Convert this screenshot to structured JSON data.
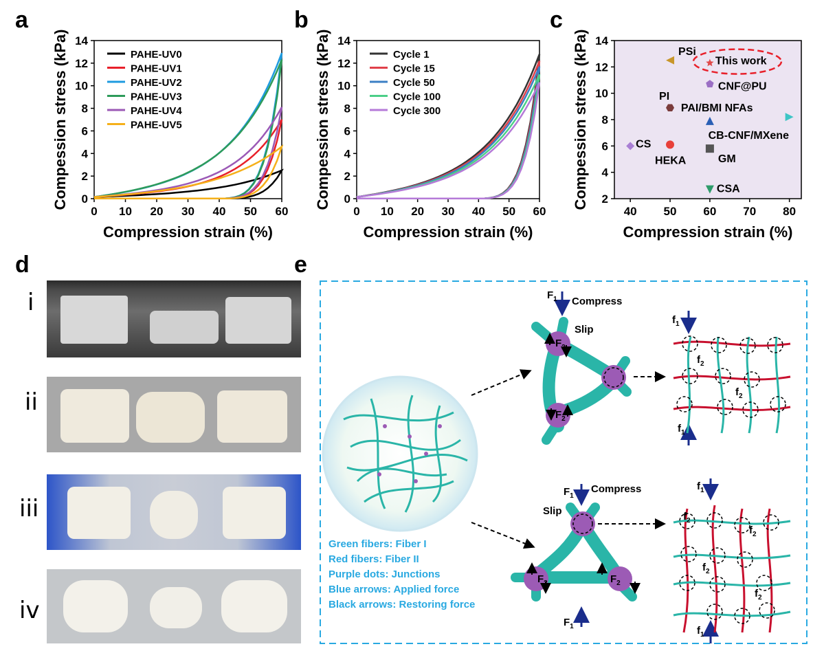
{
  "panels": {
    "a": "a",
    "b": "b",
    "c": "c",
    "d": "d",
    "e": "e"
  },
  "colors": {
    "uv0": "#000000",
    "uv1": "#e8202a",
    "uv2": "#1e9be0",
    "uv3": "#2e9b5a",
    "uv4": "#9b59b6",
    "uv5": "#f5b01a",
    "cyc1": "#333333",
    "cyc15": "#e0404a",
    "cyc50": "#3b7fc4",
    "cyc100": "#4ccf88",
    "cyc300": "#b57ad8",
    "fiber1": "#2ab5a8",
    "fiber2": "#c8102e",
    "junction": "#9c5bb5",
    "applied": "#1a2d8c",
    "panelC_bg": "#ece4f2",
    "box": "#29a9e1"
  },
  "chart_data": [
    {
      "id": "a",
      "type": "line",
      "xlabel": "Compression strain (%)",
      "ylabel": "Compession stress (kPa)",
      "xlim": [
        0,
        60
      ],
      "ylim": [
        0,
        14
      ],
      "xticks": [
        "0",
        "10",
        "20",
        "30",
        "40",
        "50",
        "60"
      ],
      "yticks": [
        "0",
        "2",
        "4",
        "6",
        "8",
        "10",
        "12",
        "14"
      ],
      "series": [
        {
          "name": "PAHE-UV0",
          "color_key": "uv0",
          "max_stress": 2.5
        },
        {
          "name": "PAHE-UV1",
          "color_key": "uv1",
          "max_stress": 7.0
        },
        {
          "name": "PAHE-UV2",
          "color_key": "uv2",
          "max_stress": 12.9
        },
        {
          "name": "PAHE-UV3",
          "color_key": "uv3",
          "max_stress": 12.3
        },
        {
          "name": "PAHE-UV4",
          "color_key": "uv4",
          "max_stress": 8.1
        },
        {
          "name": "PAHE-UV5",
          "color_key": "uv5",
          "max_stress": 4.6
        }
      ]
    },
    {
      "id": "b",
      "type": "line",
      "xlabel": "Compression strain (%)",
      "ylabel": "Compession stress (kPa)",
      "xlim": [
        0,
        60
      ],
      "ylim": [
        0,
        14
      ],
      "xticks": [
        "0",
        "10",
        "20",
        "30",
        "40",
        "50",
        "60"
      ],
      "yticks": [
        "0",
        "2",
        "4",
        "6",
        "8",
        "10",
        "12",
        "14"
      ],
      "series": [
        {
          "name": "Cycle 1",
          "color_key": "cyc1",
          "max_stress": 12.8
        },
        {
          "name": "Cycle 15",
          "color_key": "cyc15",
          "max_stress": 12.2
        },
        {
          "name": "Cycle 50",
          "color_key": "cyc50",
          "max_stress": 11.7
        },
        {
          "name": "Cycle 100",
          "color_key": "cyc100",
          "max_stress": 11.0
        },
        {
          "name": "Cycle 300",
          "color_key": "cyc300",
          "max_stress": 10.3
        }
      ]
    },
    {
      "id": "c",
      "type": "scatter",
      "xlabel": "Compression strain (%)",
      "ylabel": "Compession stress (kPa)",
      "xlim": [
        36,
        83
      ],
      "ylim": [
        2,
        14
      ],
      "xticks": [
        "40",
        "50",
        "60",
        "70",
        "80"
      ],
      "yticks": [
        "2",
        "4",
        "6",
        "8",
        "10",
        "12",
        "14"
      ],
      "points": [
        {
          "label": "PSi",
          "x": 50,
          "y": 12.5,
          "marker": "triangle-left",
          "color": "#c8962a"
        },
        {
          "label": "This work",
          "x": 60,
          "y": 12.3,
          "marker": "star",
          "color": "#e04a4a"
        },
        {
          "label": "CNF@PU",
          "x": 60,
          "y": 10.7,
          "marker": "pentagon",
          "color": "#9b6fc4"
        },
        {
          "label": "PI",
          "x": 50,
          "y": 8.9,
          "marker": "hexagon",
          "color": "#7a3b3b"
        },
        {
          "label": "PAI/BMI NFAs",
          "x": 60,
          "y": 7.9,
          "marker": "triangle-up",
          "color": "#2a5fb5"
        },
        {
          "label": "CB-CNF/MXene",
          "x": 80,
          "y": 8.2,
          "marker": "triangle-right",
          "color": "#3ec5c5"
        },
        {
          "label": "CS",
          "x": 40,
          "y": 6.0,
          "marker": "diamond",
          "color": "#a97fd4"
        },
        {
          "label": "HEKA",
          "x": 50,
          "y": 6.1,
          "marker": "circle",
          "color": "#e8403a"
        },
        {
          "label": "GM",
          "x": 60,
          "y": 5.8,
          "marker": "square",
          "color": "#555555"
        },
        {
          "label": "CSA",
          "x": 60,
          "y": 2.7,
          "marker": "triangle-down",
          "color": "#2e9b6a"
        }
      ]
    }
  ],
  "panel_d": {
    "rows": [
      "i",
      "ii",
      "iii",
      "iv"
    ]
  },
  "panel_e": {
    "compress": "Compress",
    "slip": "Slip",
    "F1": "F",
    "F2": "F",
    "f": "f",
    "sub1": "1",
    "sub2": "2",
    "legend": [
      "Green fibers: Fiber I",
      "Red fibers: Fiber II",
      "Purple dots: Junctions",
      "Blue arrows: Applied force",
      "Black arrows: Restoring force"
    ]
  }
}
